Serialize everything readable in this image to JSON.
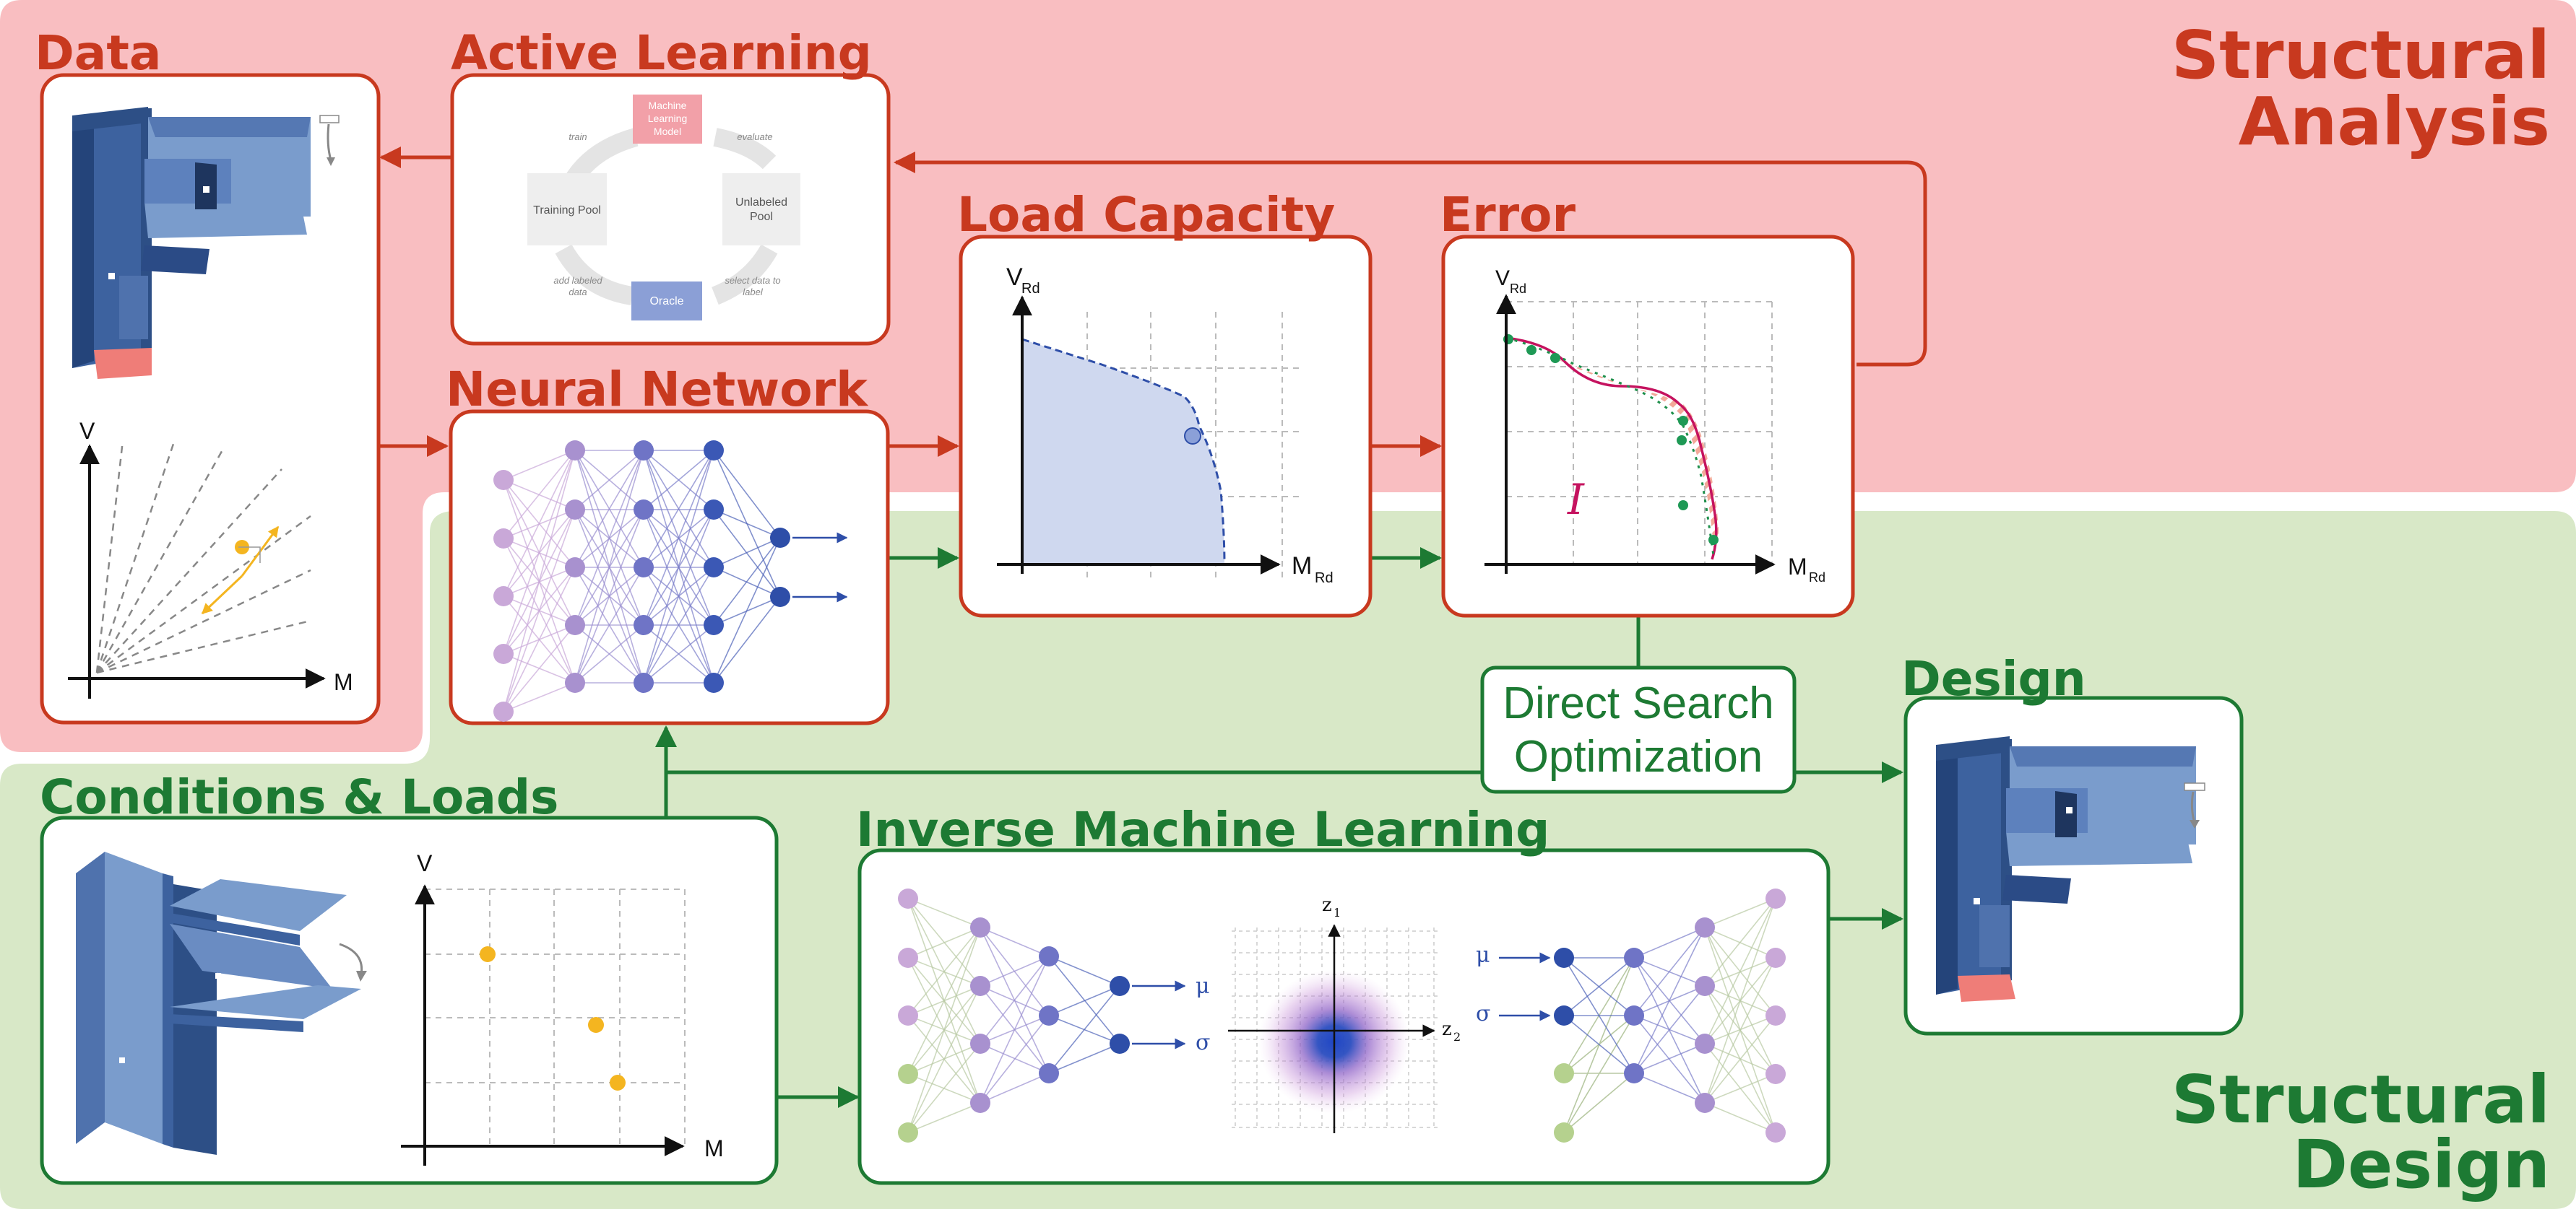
{
  "sections": {
    "analysis_label_line1": "Structural",
    "analysis_label_line2": "Analysis",
    "design_label_line1": "Structural",
    "design_label_line2": "Design"
  },
  "panels": {
    "data": "Data",
    "active_learning": "Active Learning",
    "load_capacity": "Load Capacity",
    "error": "Error",
    "neural_network": "Neural Network",
    "conditions_loads": "Conditions & Loads",
    "inverse_ml": "Inverse Machine Learning",
    "design": "Design",
    "direct_search_line1": "Direct Search",
    "direct_search_line2": "Optimization"
  },
  "active_learning_cycle": {
    "model_line1": "Machine",
    "model_line2": "Learning",
    "model_line3": "Model",
    "unlabeled_line1": "Unlabeled",
    "unlabeled_line2": "Pool",
    "oracle": "Oracle",
    "training_pool": "Training Pool",
    "edge_train": "train",
    "edge_evaluate": "evaluate",
    "edge_select_1": "select data to",
    "edge_select_2": "label",
    "edge_add_1": "add labeled",
    "edge_add_2": "data"
  },
  "axes": {
    "V": "V",
    "M": "M",
    "V_main": "V",
    "Rd_sub": "Rd",
    "M_main": "M",
    "z1_main": "z",
    "z1_sub": "1",
    "z2_main": "z",
    "z2_sub": "2",
    "mu": "μ",
    "sigma": "σ",
    "error_marker": "I"
  },
  "colors": {
    "analysis_bg": "#f9bec1",
    "design_bg": "#d8e8c7",
    "analysis_accent": "#c8391f",
    "design_accent": "#1d7a33",
    "steel_blue": "#7a9ccc",
    "steel_dark": "#2d4f86",
    "node_purple": "#c9a8d8",
    "node_blue": "#2e4ea8",
    "node_green": "#b5d18e",
    "load_point": "#f4b520"
  }
}
